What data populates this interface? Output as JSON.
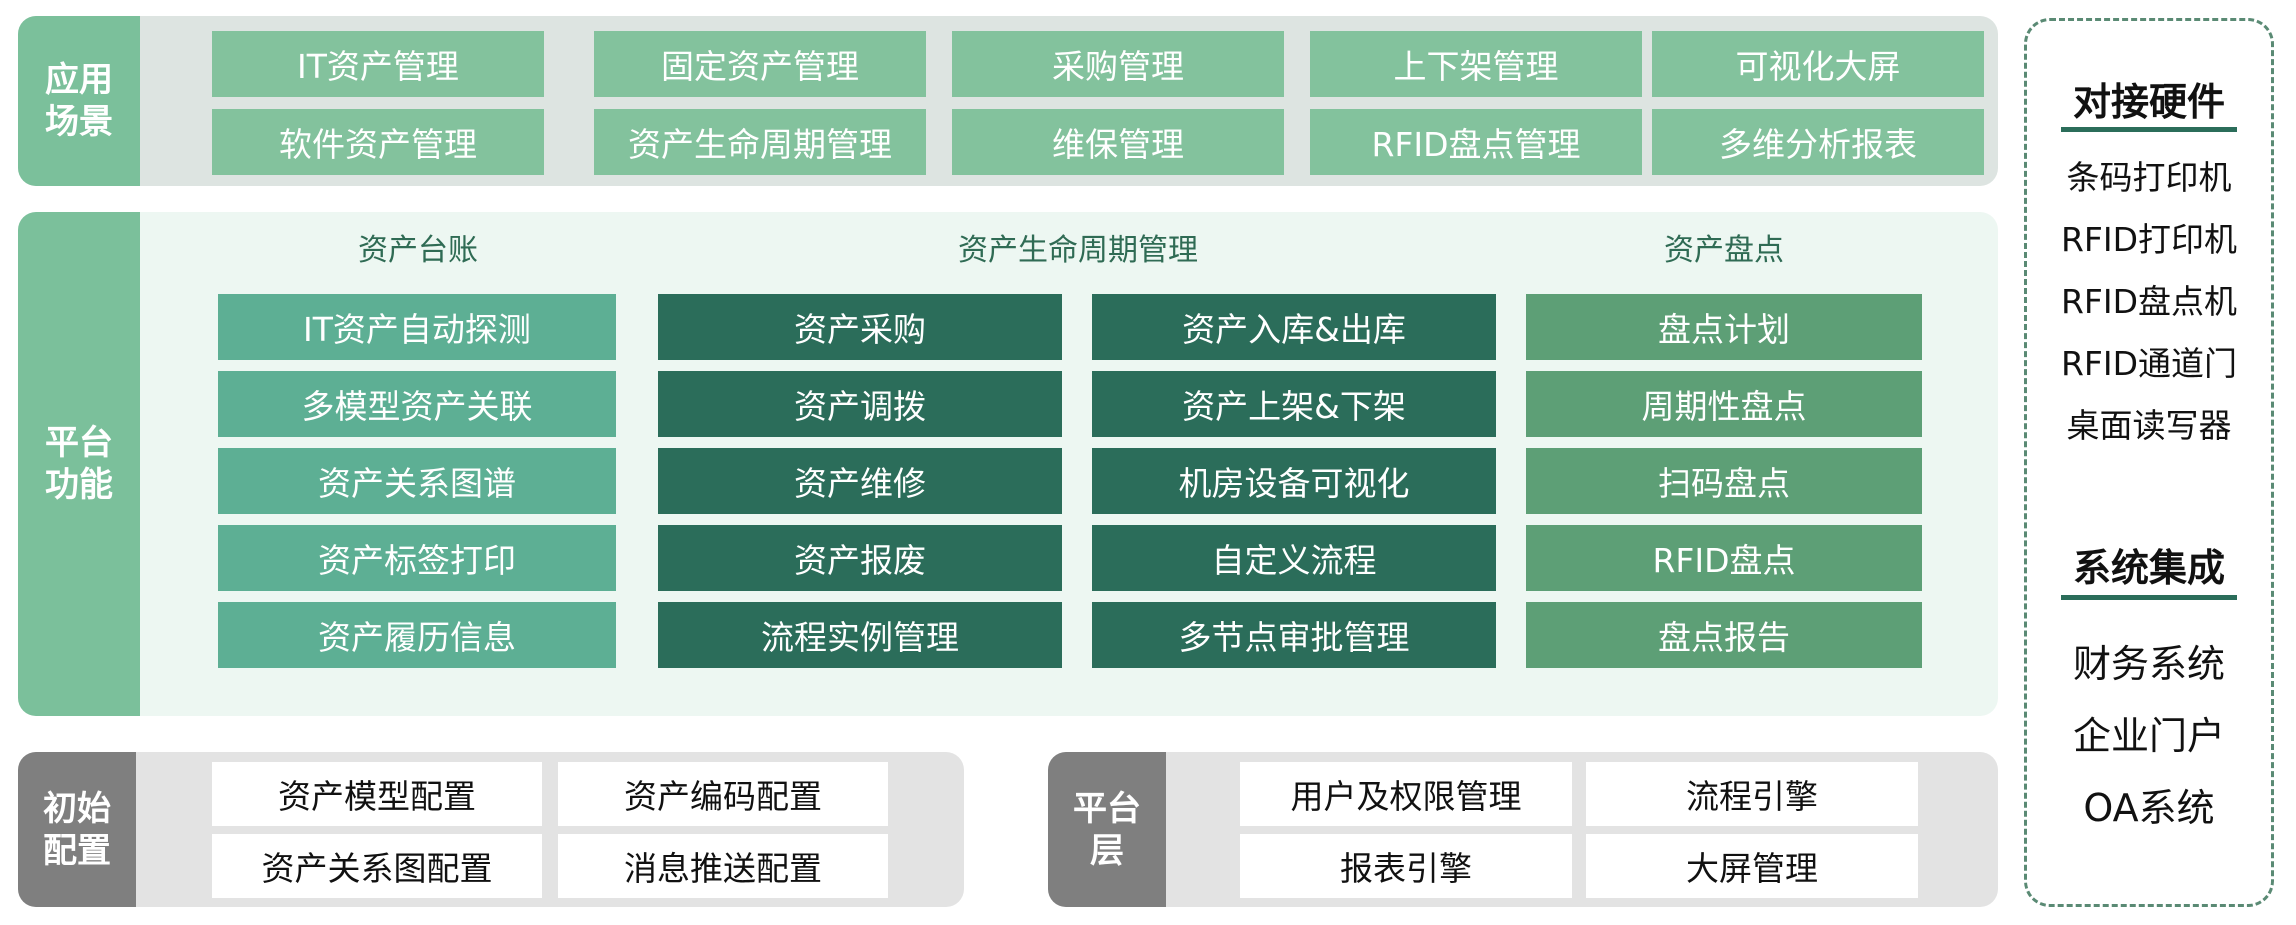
{
  "apps": {
    "label": "应用\n场景",
    "items": [
      "IT资产管理",
      "固定资产管理",
      "采购管理",
      "上下架管理",
      "可视化大屏",
      "软件资产管理",
      "资产生命周期管理",
      "维保管理",
      "RFID盘点管理",
      "多维分析报表"
    ]
  },
  "func": {
    "label": "平台\n功能",
    "ledger": {
      "title": "资产台账",
      "items": [
        "IT资产自动探测",
        "多模型资产关联",
        "资产关系图谱",
        "资产标签打印",
        "资产履历信息"
      ]
    },
    "lifecycle": {
      "title": "资产生命周期管理",
      "left": [
        "资产采购",
        "资产调拨",
        "资产维修",
        "资产报废",
        "流程实例管理"
      ],
      "right": [
        "资产入库&出库",
        "资产上架&下架",
        "机房设备可视化",
        "自定义流程",
        "多节点审批管理"
      ]
    },
    "inventory": {
      "title": "资产盘点",
      "items": [
        "盘点计划",
        "周期性盘点",
        "扫码盘点",
        "RFID盘点",
        "盘点报告"
      ]
    }
  },
  "init": {
    "label": "初始\n配置",
    "items": [
      "资产模型配置",
      "资产编码配置",
      "资产关系图配置",
      "消息推送配置"
    ]
  },
  "platform": {
    "label": "平台\n层",
    "items": [
      "用户及权限管理",
      "流程引擎",
      "报表引擎",
      "大屏管理"
    ]
  },
  "hardware": {
    "title": "对接硬件",
    "items": [
      "条码打印机",
      "RFID打印机",
      "RFID盘点机",
      "RFID通道门",
      "桌面读写器"
    ]
  },
  "systems": {
    "title": "系统集成",
    "items": [
      "财务系统",
      "企业门户",
      "OA系统"
    ]
  },
  "colors": {
    "app_cell": "#83c29d",
    "ledger": "#5daf94",
    "lifecycle": "#2b6d5a",
    "inventory": "#5d9f76",
    "side_gray": "#7f7f7f"
  }
}
